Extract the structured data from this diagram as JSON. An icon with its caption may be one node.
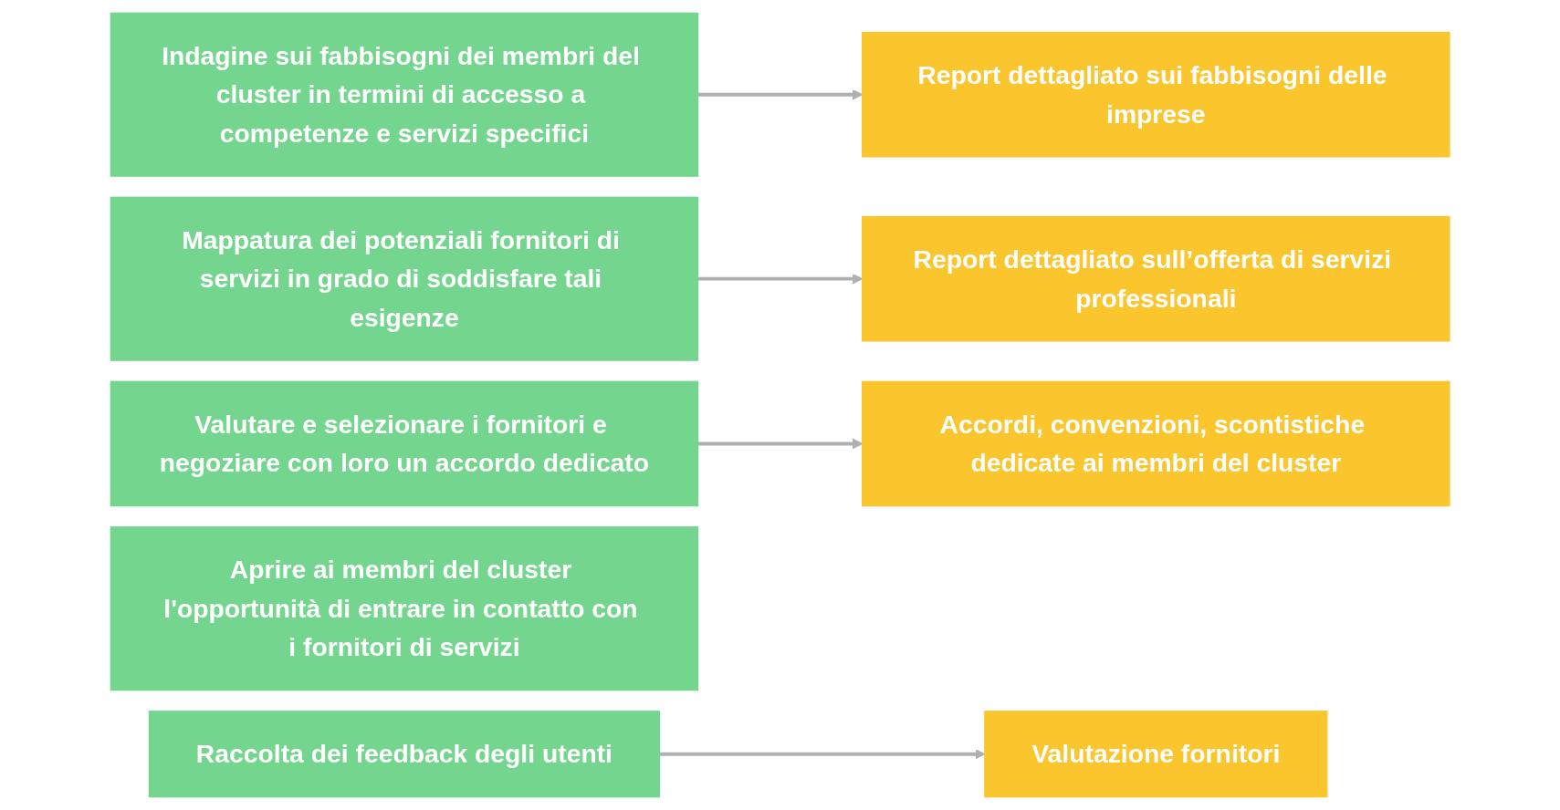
{
  "diagram": {
    "nodes": [
      {
        "text": [
          "Indagine sui fabbisogni dei membri del cluster in termini di accesso a competenze e servizi specifici"
        ]
      },
      {
        "text": [
          "Report dettagliato sui fabbisogni delle imprese"
        ]
      },
      {
        "text": [
          "Mappatura dei potenziali fornitori di servizi in grado di soddisfare tali esigenze"
        ]
      },
      {
        "text": [
          "Report dettagliato sull’offerta di servizi professionali"
        ]
      },
      {
        "text": [
          "Valutare e selezionare i fornitori e negoziare con loro un accordo dedicato"
        ]
      },
      {
        "text": [
          "Accordi, convenzioni, scontistiche dedicate ai membri del cluster"
        ]
      },
      {
        "text": [
          "Aprire ai membri del cluster l'opportunità di entrare in contatto con i fornitori di servizi"
        ]
      },
      {
        "text": [
          "Raccolta dei feedback degli utenti"
        ]
      },
      {
        "text": [
          "Valutazione fornitori"
        ]
      }
    ],
    "edges": [
      {
        "from": 0,
        "to": 1,
        "arrow": "to"
      },
      {
        "from": 2,
        "to": 3,
        "arrow": "to"
      },
      {
        "from": 4,
        "to": 5,
        "arrow": "to"
      },
      {
        "from": 7,
        "to": 8,
        "arrow": "to"
      }
    ]
  }
}
